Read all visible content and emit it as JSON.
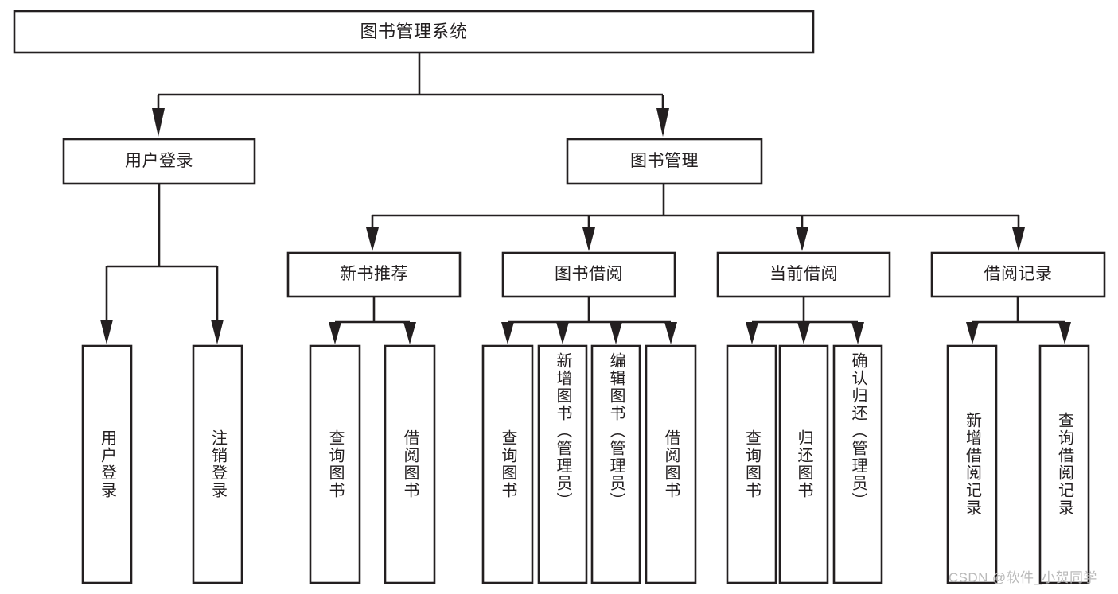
{
  "diagram": {
    "type": "tree",
    "title": "图书管理系统",
    "orientation": "top-down",
    "watermark": "CSDN @软件_小贺同学",
    "colors": {
      "stroke": "#231f20",
      "fill": "#ffffff",
      "background": "#ffffff",
      "watermark": "#b9b9b9"
    },
    "levels": {
      "root": "图书管理系统",
      "level2": [
        "用户登录",
        "图书管理"
      ],
      "level3": [
        "新书推荐",
        "图书借阅",
        "当前借阅",
        "借阅记录"
      ]
    },
    "nodes": {
      "root": {
        "label": "图书管理系统"
      },
      "user_login": {
        "label": "用户登录"
      },
      "book_manage": {
        "label": "图书管理"
      },
      "new_book_rec": {
        "label": "新书推荐"
      },
      "book_borrow": {
        "label": "图书借阅"
      },
      "current_borrow": {
        "label": "当前借阅"
      },
      "borrow_record": {
        "label": "借阅记录"
      }
    },
    "leaves": {
      "user_login": [
        {
          "label": "用户登录"
        },
        {
          "label": "注销登录"
        }
      ],
      "new_book_rec": [
        {
          "label": "查询图书"
        },
        {
          "label": "借阅图书"
        }
      ],
      "book_borrow": [
        {
          "label": "查询图书"
        },
        {
          "label": "新增图书（管理员）"
        },
        {
          "label": "编辑图书（管理员）"
        },
        {
          "label": "借阅图书"
        }
      ],
      "current_borrow": [
        {
          "label": "查询图书"
        },
        {
          "label": "归还图书"
        },
        {
          "label": "确认归还（管理员）"
        }
      ],
      "borrow_record": [
        {
          "label": "新增借阅记录"
        },
        {
          "label": "查询借阅记录"
        }
      ]
    },
    "edges": [
      {
        "from": "图书管理系统",
        "to": "用户登录"
      },
      {
        "from": "图书管理系统",
        "to": "图书管理"
      },
      {
        "from": "用户登录",
        "to": "用户登录"
      },
      {
        "from": "用户登录",
        "to": "注销登录"
      },
      {
        "from": "图书管理",
        "to": "新书推荐"
      },
      {
        "from": "图书管理",
        "to": "图书借阅"
      },
      {
        "from": "图书管理",
        "to": "当前借阅"
      },
      {
        "from": "图书管理",
        "to": "借阅记录"
      },
      {
        "from": "新书推荐",
        "to": "查询图书"
      },
      {
        "from": "新书推荐",
        "to": "借阅图书"
      },
      {
        "from": "图书借阅",
        "to": "查询图书"
      },
      {
        "from": "图书借阅",
        "to": "新增图书（管理员）"
      },
      {
        "from": "图书借阅",
        "to": "编辑图书（管理员）"
      },
      {
        "from": "图书借阅",
        "to": "借阅图书"
      },
      {
        "from": "当前借阅",
        "to": "查询图书"
      },
      {
        "from": "当前借阅",
        "to": "归还图书"
      },
      {
        "from": "当前借阅",
        "to": "确认归还（管理员）"
      },
      {
        "from": "借阅记录",
        "to": "新增借阅记录"
      },
      {
        "from": "借阅记录",
        "to": "查询借阅记录"
      }
    ]
  }
}
